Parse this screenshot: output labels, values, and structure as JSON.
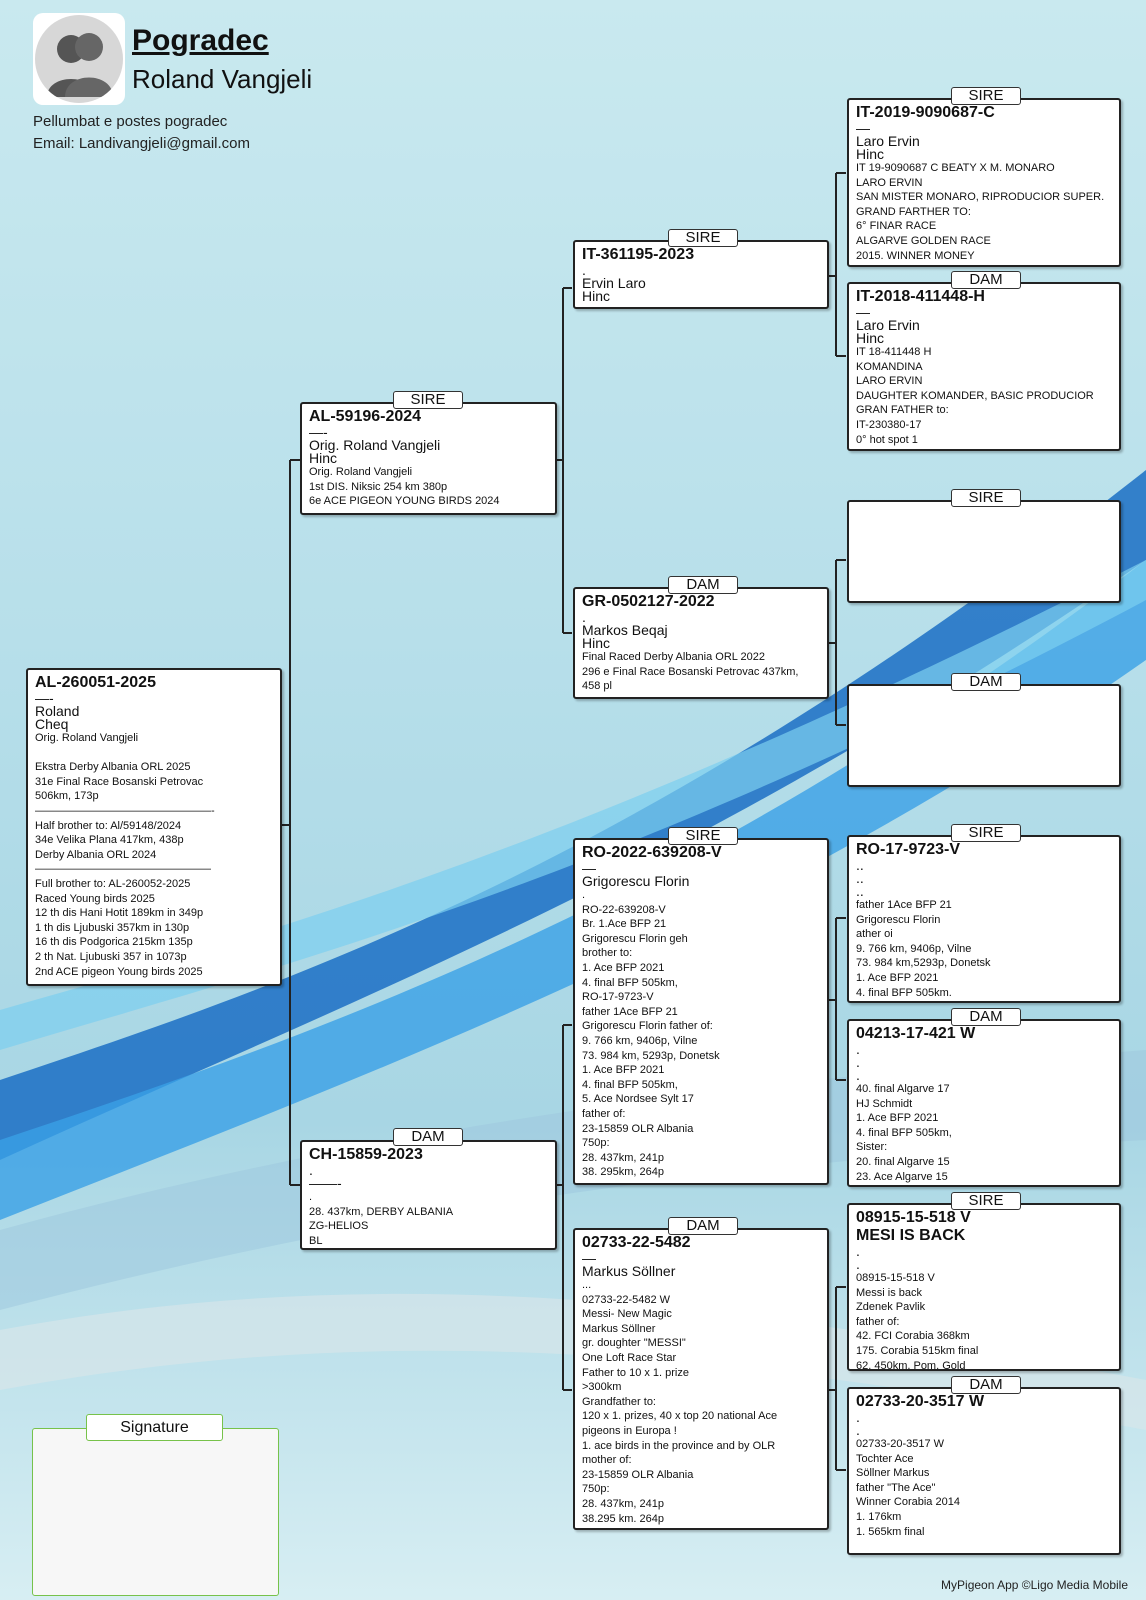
{
  "header": {
    "title": "Pogradec",
    "owner": "Roland Vangjeli",
    "line1": "Pellumbat e postes pogradec",
    "line2": "Email: Landivangjeli@gmail.com"
  },
  "labels": {
    "sire": "SIRE",
    "dam": "DAM",
    "signature": "Signature"
  },
  "pigeons": {
    "main": {
      "ring": "AL-260051-2025",
      "mid": "—-\nRoland\nCheq",
      "notes": "Orig. Roland Vangjeli\n\nEkstra Derby Albania ORL 2025\n31e Final Race Bosanski Petrovac\n506km, 173p\n————————————————-\nHalf brother to: Al/59148/2024\n34e Velika Plana 417km, 438p\nDerby Albania ORL 2024\n————————————————\nFull brother to: AL-260052-2025\nRaced Young birds 2025\n12 th dis Hani Hotit 189km in 349p\n1 th dis Ljubuski 357km in 130p\n16 th dis Podgorica 215km 135p\n2 th Nat. Ljubuski 357 in 1073p\n2nd ACE pigeon Young birds 2025"
    },
    "sire": {
      "ring": "AL-59196-2024",
      "mid": "—-\nOrig. Roland Vangjeli\nHinc",
      "notes": "Orig. Roland Vangjeli\n1st DIS. Niksic 254 km 380p\n6e ACE PIGEON YOUNG BIRDS 2024"
    },
    "dam": {
      "ring": "CH-15859-2023",
      "mid": ".\n——-",
      "notes": ".\n28. 437km, DERBY ALBANIA\nZG-HELIOS\nBL"
    },
    "ss": {
      "ring": "IT-361195-2023",
      "mid": ".\nErvin Laro\nHinc",
      "notes": ""
    },
    "sd": {
      "ring": "GR-0502127-2022",
      "mid": ".\nMarkos Beqaj\nHinc",
      "notes": "Final Raced Derby Albania ORL 2022\n296 e Final Race Bosanski Petrovac 437km,\n458 pl"
    },
    "ds": {
      "ring": "RO-2022-639208-V",
      "mid": "—\nGrigorescu Florin",
      "notes": ".\nRO-22-639208-V\nBr. 1.Ace BFP 21\nGrigorescu Florin geh\nbrother to:\n1. Ace BFP 2021\n4. final BFP 505km,\nRO-17-9723-V\nfather 1Ace BFP 21\nGrigorescu Florin father of:\n9. 766 km, 9406p, Vilne\n73. 984 km, 5293p, Donetsk\n1. Ace BFP 2021\n4. final BFP 505km,\n5. Ace Nordsee Sylt 17\nfather of:\n23-15859 OLR Albania\n750p:\n28. 437km, 241p\n38. 295km, 264p"
    },
    "dd": {
      "ring": "02733-22-5482",
      "mid": "—\nMarkus Söllner",
      "notes": "...\n02733-22-5482 W\nMessi- New Magic\nMarkus Söllner\ngr. doughter \"MESSI\"\nOne Loft Race Star\nFather to 10 x 1. prize\n>300km\nGrandfather to:\n120 x 1. prizes, 40 x top 20 national Ace\npigeons in Europa !\n1. ace birds in the province and by OLR\nmother of:\n23-15859 OLR Albania\n750p:\n28. 437km, 241p\n38.295 km. 264p"
    },
    "sss": {
      "ring": "IT-2019-9090687-C",
      "mid": "—\nLaro Ervin\nHinc",
      "notes": "IT 19-9090687 C BEATY X M. MONARO\nLARO ERVIN\nSAN MISTER MONARO, RIPRODUCIOR SUPER.\nGRAND FARTHER TO:\n6° FINAR RACE\nALGARVE GOLDEN RACE\n2015. WINNER MONEY"
    },
    "ssd": {
      "ring": "IT-2018-411448-H",
      "mid": "—\nLaro Ervin\nHinc",
      "notes": "IT 18-411448 H\nKOMANDINA\nLARO ERVIN\nDAUGHTER KOMANDER, BASIC PRODUCIOR\nGRAN FATHER to:\nIT-230380-17\n0° hot spot 1"
    },
    "sds": {
      "ring": "",
      "mid": "",
      "notes": ""
    },
    "sdd": {
      "ring": "",
      "mid": "",
      "notes": ""
    },
    "dss": {
      "ring": "RO-17-9723-V",
      "mid": "..\n..\n..",
      "notes": "father 1Ace BFP 21\nGrigorescu Florin\nather oi\n9. 766 km, 9406p, Vilne\n73. 984 km,5293p, Donetsk\n1. Ace BFP 2021\n4. final BFP 505km."
    },
    "dsd": {
      "ring": "04213-17-421 W",
      "mid": ".\n.\n.",
      "notes": "40. final Algarve 17\nHJ Schmidt\n1. Ace BFP 2021\n4. final BFP 505km,\nSister:\n20. final Algarve 15\n23. Ace Algarve 15"
    },
    "dds": {
      "ring": "08915-15-518 V\nMESI IS BACK",
      "mid": ".\n.",
      "notes": "08915-15-518 V\nMessi is back\nZdenek Pavlik\nfather of:\n42. FCI Corabia 368km\n175. Corabia 515km final\n62. 450km, Pom. Gold"
    },
    "ddd": {
      "ring": "02733-20-3517 W",
      "mid": ".\n.",
      "notes": "02733-20-3517 W\nTochter Ace\nSöllner Markus\nfather \"The Ace\"\nWinner Corabia 2014\n1. 176km\n1. 565km final"
    }
  },
  "footer": "MyPigeon App ©Ligo Media Mobile"
}
